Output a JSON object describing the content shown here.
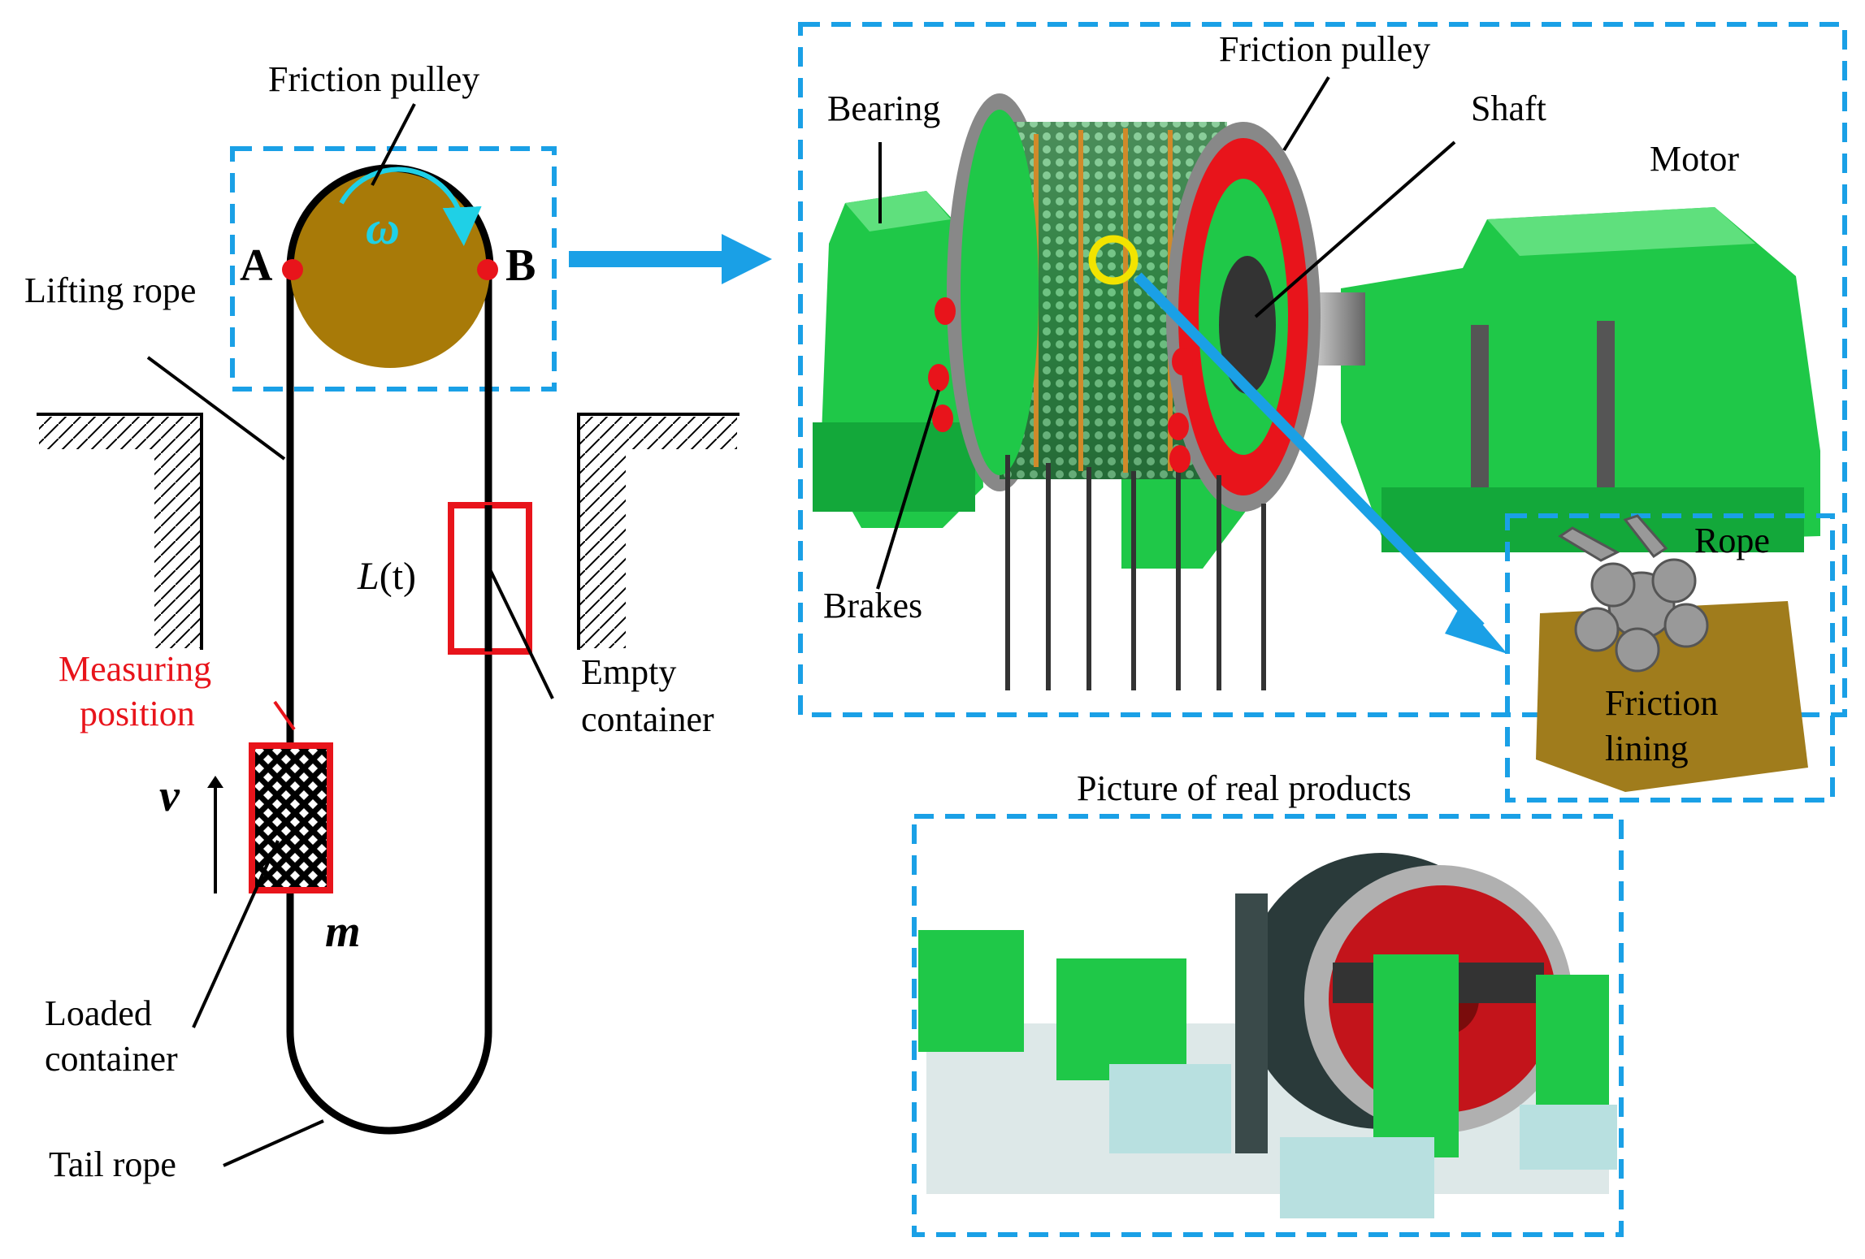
{
  "left_diagram": {
    "friction_pulley_label": "Friction pulley",
    "omega_symbol": "ω",
    "point_a": "A",
    "point_b": "B",
    "lifting_rope_label": "Lifting rope",
    "length_label_italic": "L",
    "length_label_paren": "(t)",
    "measuring_position_line1": "Measuring",
    "measuring_position_line2": "position",
    "empty_container_line1": "Empty",
    "empty_container_line2": "container",
    "velocity_symbol": "v",
    "mass_symbol": "m",
    "loaded_container_line1": "Loaded",
    "loaded_container_line2": "container",
    "tail_rope_label": "Tail rope"
  },
  "hoist_model": {
    "friction_pulley_label": "Friction pulley",
    "bearing_label": "Bearing",
    "shaft_label": "Shaft",
    "motor_label": "Motor",
    "brakes_label": "Brakes"
  },
  "rope_inset": {
    "rope_label": "Rope",
    "friction_lining_line1": "Friction",
    "friction_lining_line2": "lining"
  },
  "real_products": {
    "title": "Picture of real products"
  },
  "colors": {
    "pulley_brown": "#a87a08",
    "machine_green": "#1fc848",
    "dash_blue": "#1aa0e6",
    "accent_red": "#e8141b",
    "omega_cyan": "#1fd0e6"
  }
}
